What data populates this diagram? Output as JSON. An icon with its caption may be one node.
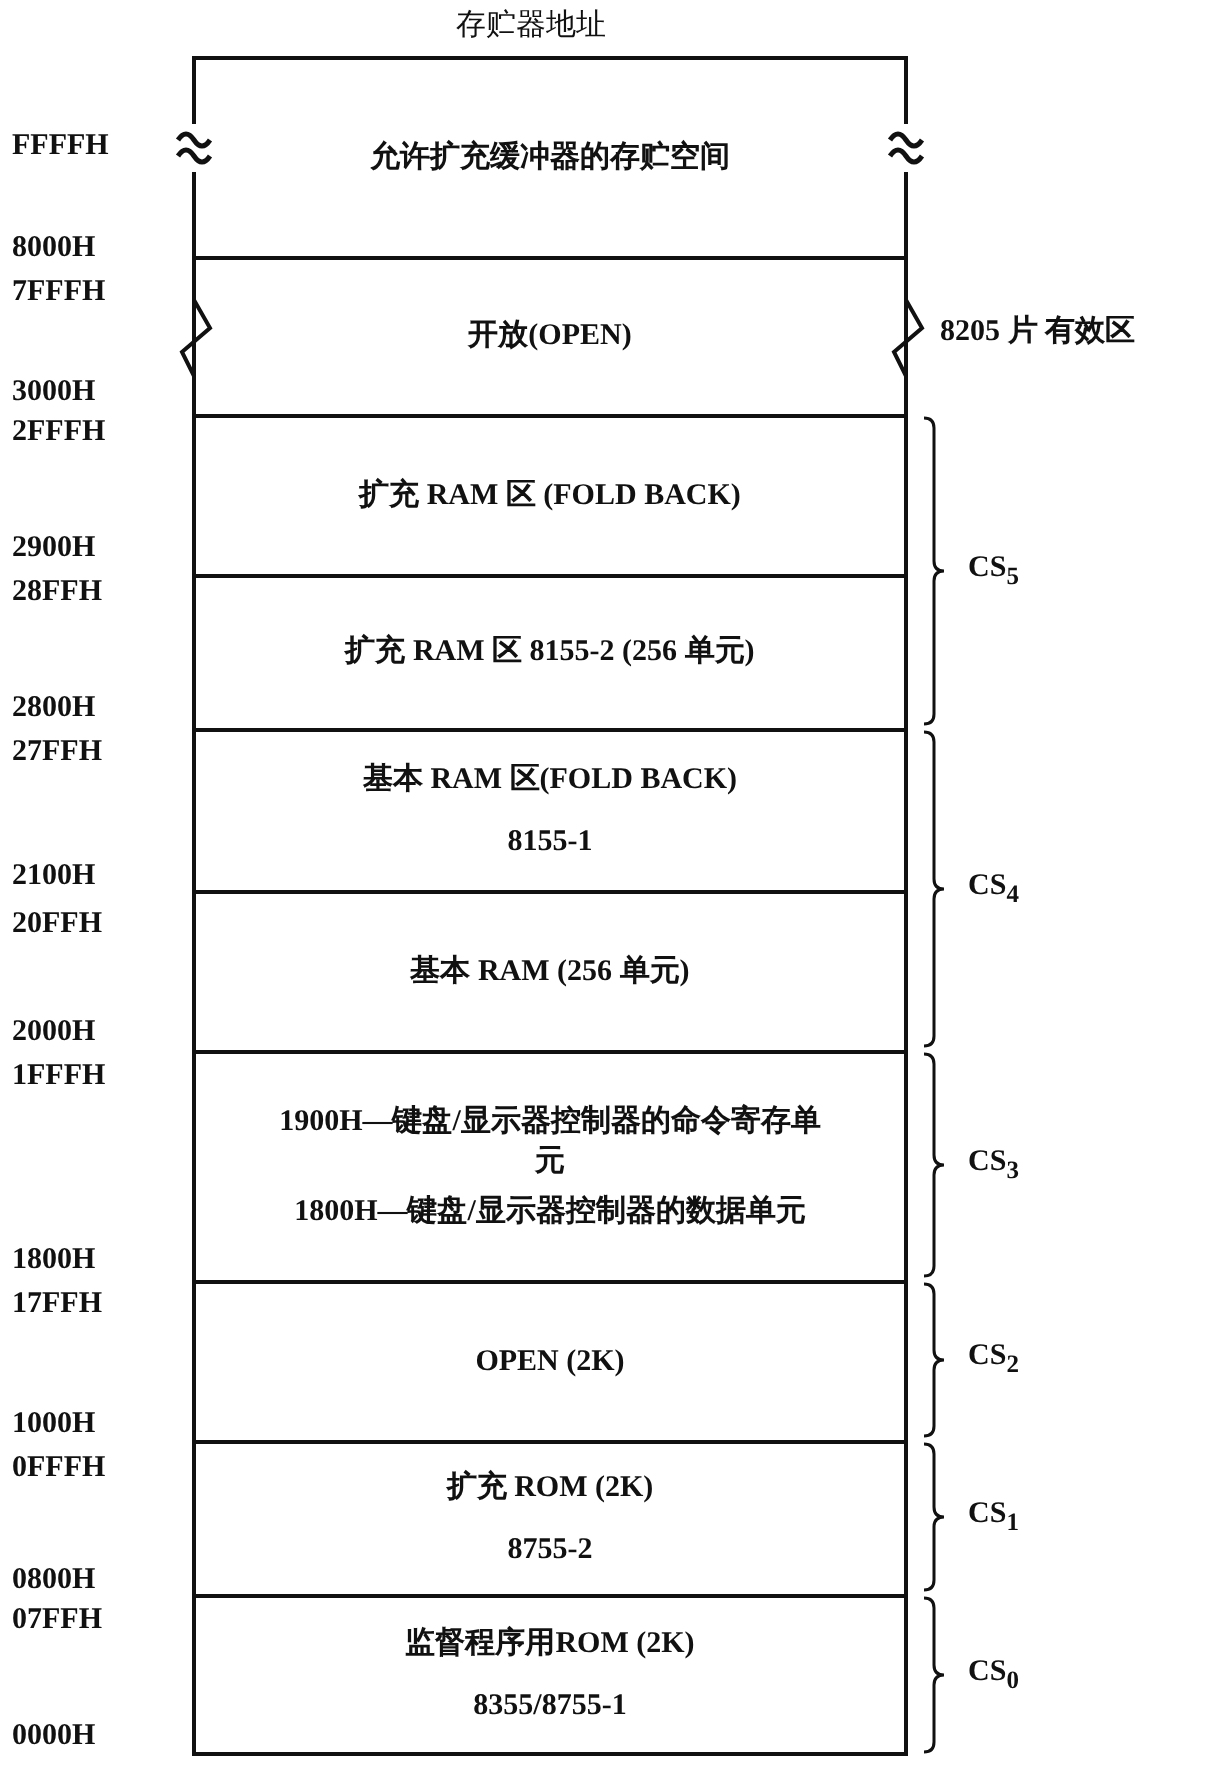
{
  "diagram": {
    "title": "存贮器地址",
    "nodes": [
      {
        "text": [
          "允许扩充缓冲器的存贮空间"
        ]
      },
      {
        "text": [
          "开放(OPEN)"
        ]
      },
      {
        "text": [
          "扩充 RAM 区 (FOLD BACK)"
        ]
      },
      {
        "text": [
          "扩充 RAM 区 8155-2 (256 单元)"
        ]
      },
      {
        "text": [
          "基本 RAM 区(FOLD BACK)",
          "8155-1"
        ]
      },
      {
        "text": [
          "基本 RAM (256 单元)"
        ]
      },
      {
        "text": [
          "1900H—键盘/显示器控制器的命令寄存单元",
          "1800H—键盘/显示器控制器的数据单元"
        ]
      },
      {
        "text": [
          "OPEN (2K)"
        ]
      },
      {
        "text": [
          "扩充 ROM (2K)",
          "8755-2"
        ]
      },
      {
        "text": [
          "监督程序用ROM (2K)",
          "8355/8755-1"
        ]
      }
    ],
    "labels": [
      "FFFFH",
      "8000H",
      "7FFFH",
      "3000H",
      "2FFFH",
      "2900H",
      "28FFH",
      "2800H",
      "27FFH",
      "2100H",
      "20FFH",
      "2000H",
      "1FFFH",
      "1800H",
      "17FFH",
      "1000H",
      "0FFFH",
      "0800H",
      "07FFH",
      "0000H",
      "8205 片 有效区",
      "CS$_{5}$",
      "CS$_{4}$",
      "CS$_{3}$",
      "CS$_{2}$",
      "CS$_{1}$",
      "CS$_{0}$"
    ]
  }
}
